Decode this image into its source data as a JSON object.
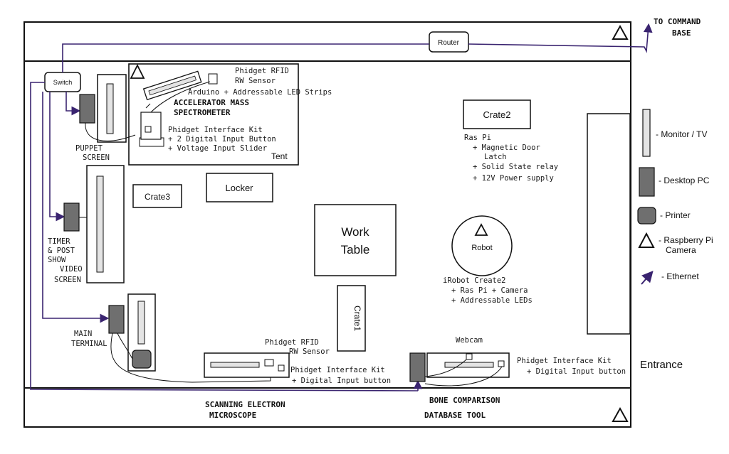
{
  "header_note": {
    "line1": "TO COMMAND",
    "line2": "BASE"
  },
  "network": {
    "router": "Router",
    "switch": "Switch"
  },
  "zones": {
    "tent": {
      "label": "Tent",
      "rfid_line1": "Phidget RFID",
      "rfid_line2": "RW Sensor",
      "arduino": "Arduino + Addressable LED Strips",
      "ams_line1": "ACCELERATOR MASS",
      "ams_line2": "SPECTROMETER",
      "kit_line1": "Phidget Interface Kit",
      "kit_line2": "+ 2 Digital Input Button",
      "kit_line3": "+ Voltage Input Slider"
    },
    "puppet_screen": {
      "line1": "PUPPET",
      "line2": "SCREEN"
    },
    "timer_station": {
      "line1": "TIMER",
      "line2": "& POST",
      "line3": "SHOW",
      "line4": "VIDEO",
      "line5": "SCREEN"
    },
    "main_terminal": {
      "line1": "MAIN",
      "line2": "TERMINAL"
    },
    "crate1": "Crate1",
    "crate2": {
      "label": "Crate2",
      "line1": "Ras Pi",
      "line2": "+ Magnetic Door",
      "line3": "Latch",
      "line4": "+ Solid State relay",
      "line5": "+ 12V Power supply"
    },
    "crate3": "Crate3",
    "locker": "Locker",
    "work_table": {
      "line1": "Work",
      "line2": "Table"
    },
    "robot": {
      "label": "Robot",
      "line1": "iRobot Create2",
      "line2": "+ Ras Pi + Camera",
      "line3": "+ Addressable LEDs"
    },
    "sem_station": {
      "rfid_line1": "Phidget RFID",
      "rfid_line2": "RW Sensor",
      "kit_line1": "Phidget Interface Kit",
      "kit_line2": "+ Digital Input button",
      "caption_line1": "SCANNING ELECTRON",
      "caption_line2": "MICROSCOPE"
    },
    "bone_station": {
      "webcam": "Webcam",
      "kit_line1": "Phidget Interface Kit",
      "kit_line2": "+ Digital Input button",
      "caption_line1": "BONE COMPARISON",
      "caption_line2": "DATABASE  TOOL"
    },
    "entrance": "Entrance"
  },
  "legend": {
    "monitor": "- Monitor / TV",
    "desktop": "- Desktop PC",
    "printer": "- Printer",
    "camera_line1": "- Raspberry Pi",
    "camera_line2": "Camera",
    "ethernet": "- Ethernet"
  },
  "colors": {
    "ink": "#111111",
    "ethernet": "#3a2470",
    "device_fill": "#6f6f6f",
    "monitor_fill": "#e4e4e4"
  }
}
